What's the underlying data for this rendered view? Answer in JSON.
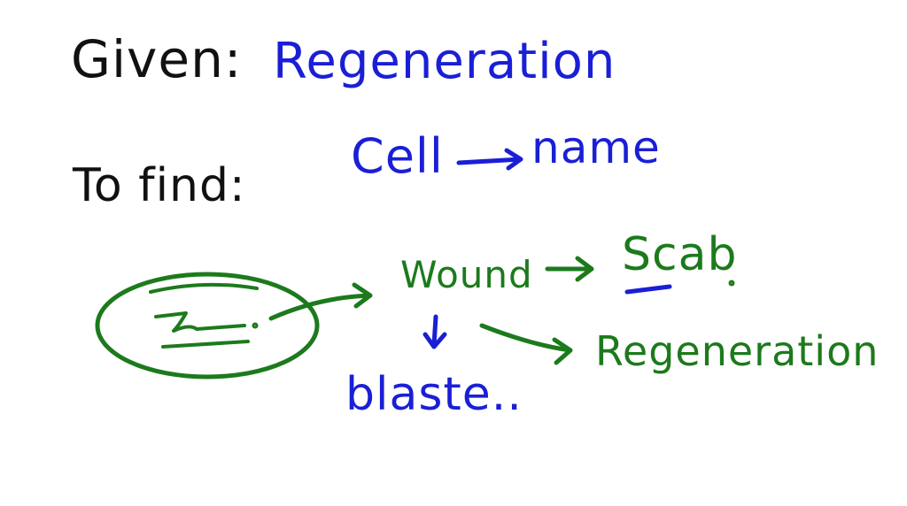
{
  "given": {
    "label": "Given:",
    "value": "Regeneration"
  },
  "to_find": {
    "label": "To find:",
    "cell": "Cell",
    "name": "name"
  },
  "diagram": {
    "wound": "Wound",
    "scab": "Scab",
    "blaste": "blaste..",
    "regeneration": "Regeneration"
  },
  "colors": {
    "black_ink": "#111111",
    "blue_ink": "#1a1fd6",
    "green_ink": "#1c7a1c",
    "background": "#ffffff"
  }
}
